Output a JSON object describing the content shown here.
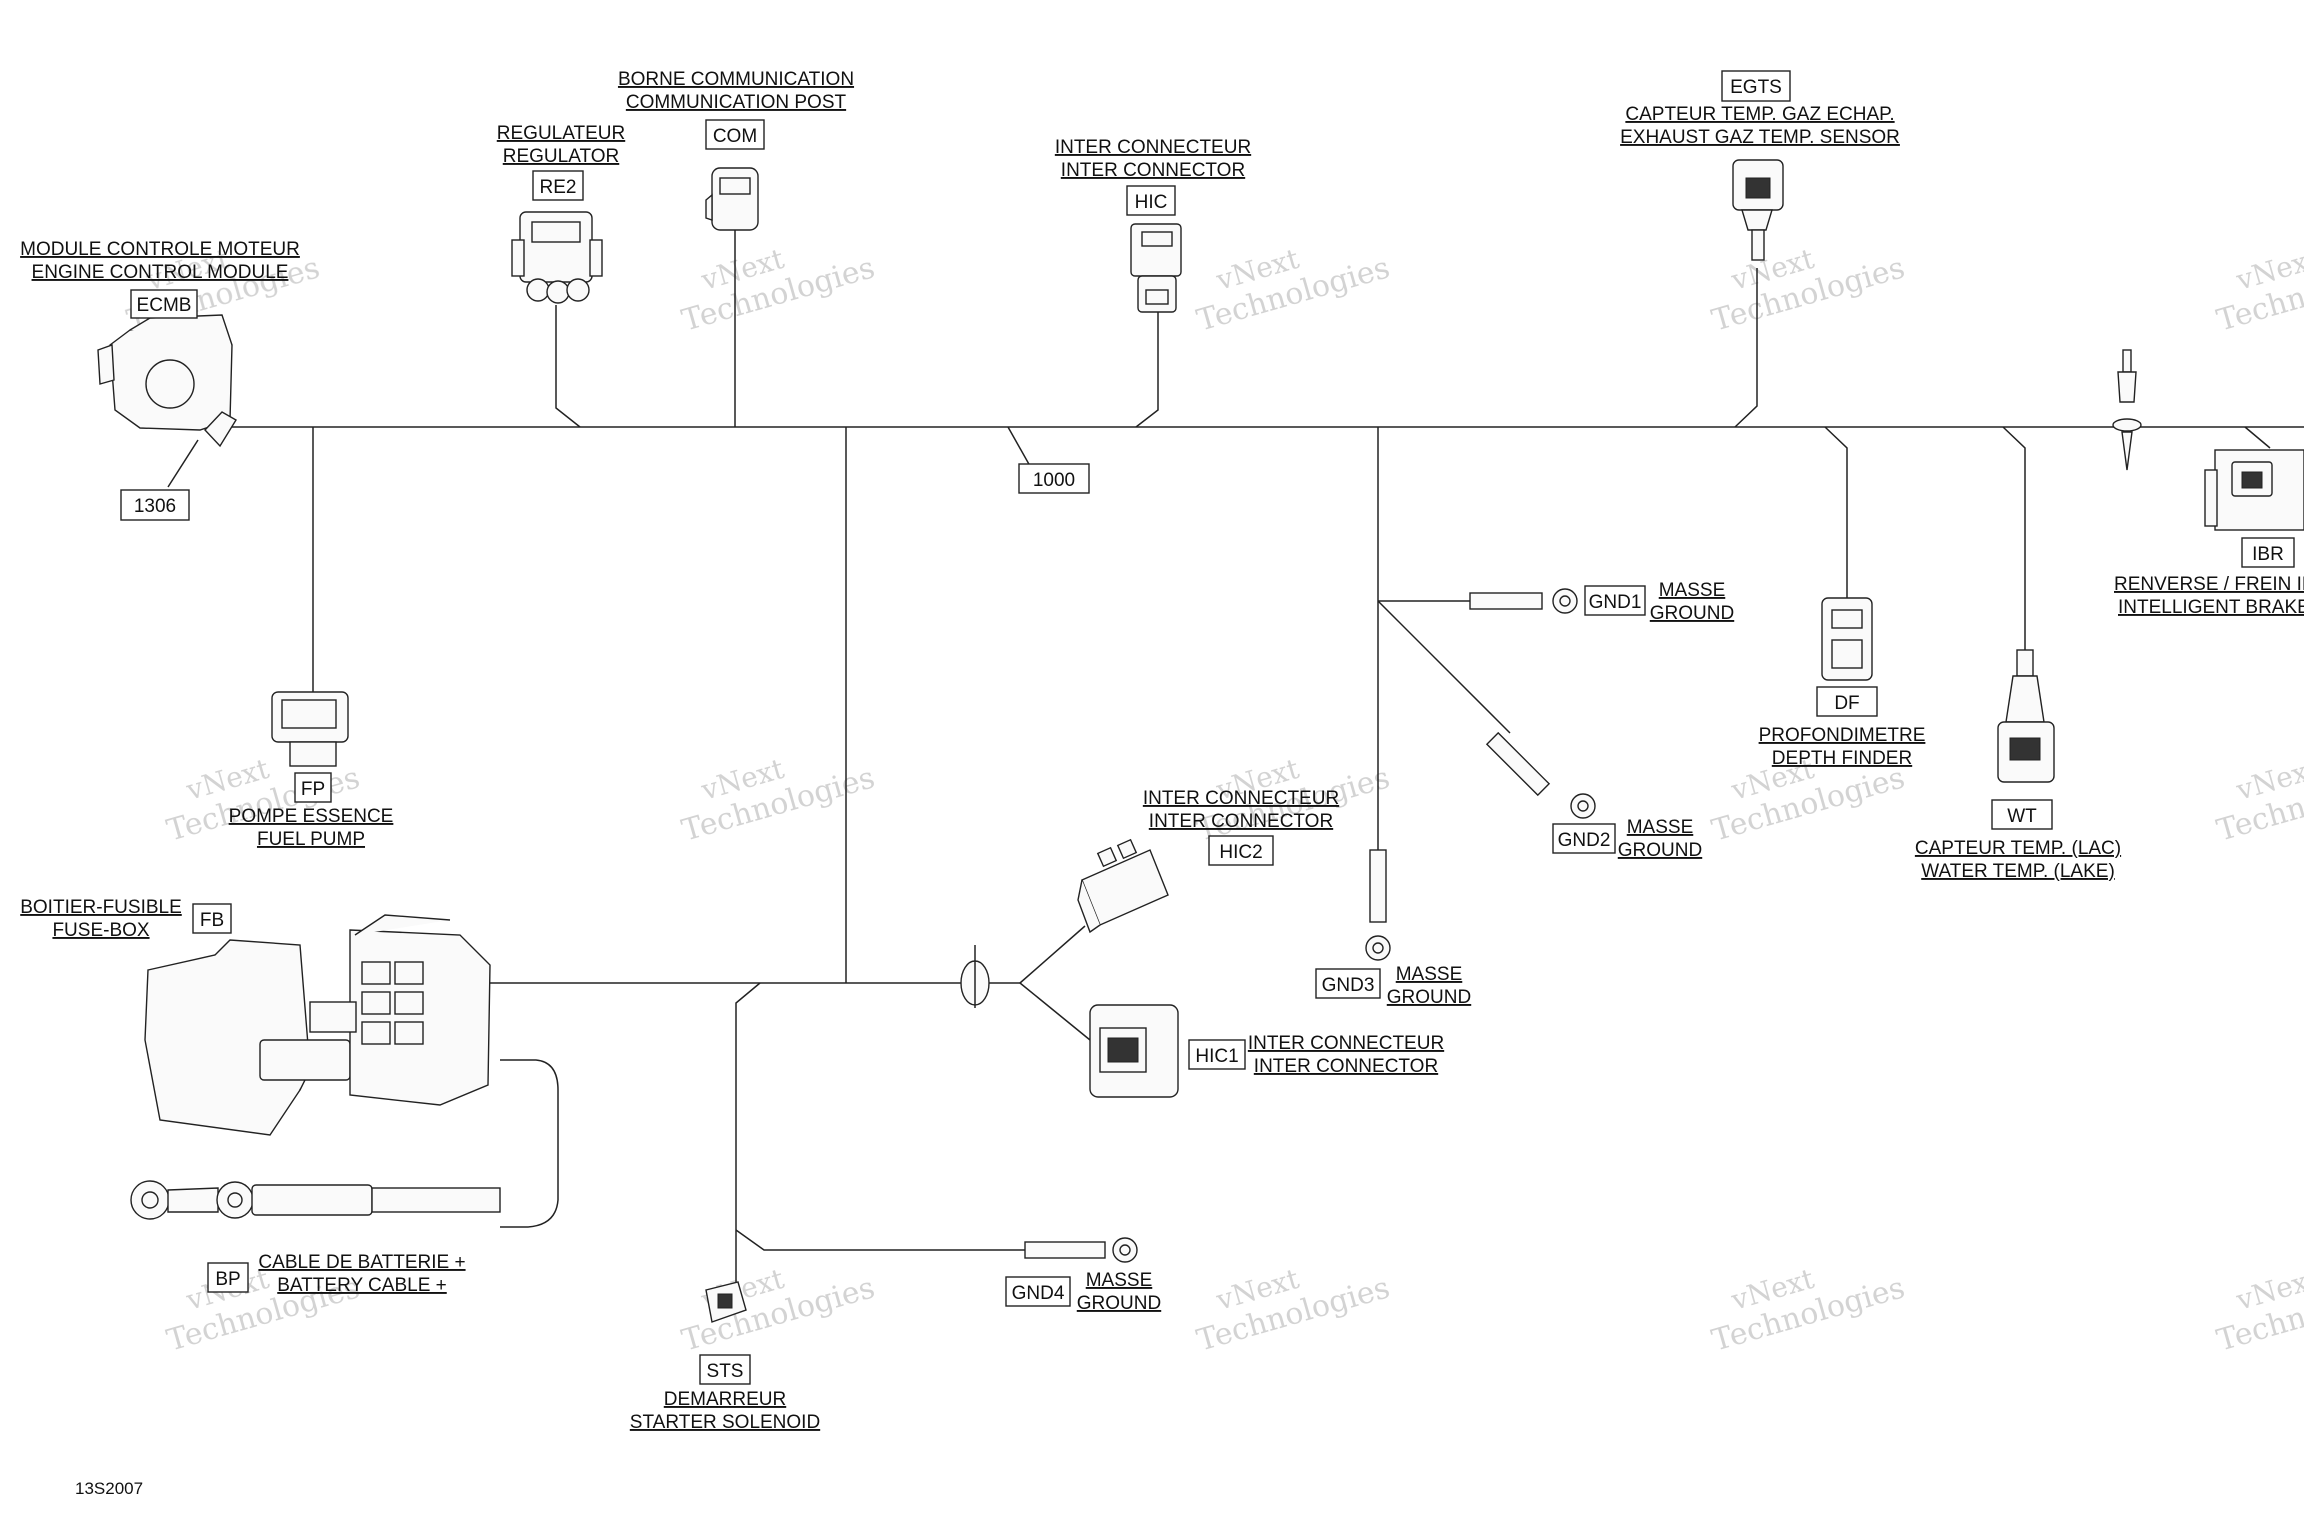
{
  "reference": "13S2007",
  "watermark": {
    "line1": "vNext",
    "line2": "Technologies",
    "small": "vNext Technologies"
  },
  "wire_number": "1000",
  "components": {
    "ecmb": {
      "code": "ECMB",
      "fr": "MODULE CONTROLE MOTEUR",
      "en": "ENGINE CONTROL MODULE"
    },
    "re2": {
      "code": "RE2",
      "fr": "REGULATEUR",
      "en": "REGULATOR"
    },
    "com": {
      "code": "COM",
      "fr": "BORNE COMMUNICATION",
      "en": "COMMUNICATION POST"
    },
    "hic": {
      "code": "HIC",
      "fr": "INTER CONNECTEUR",
      "en": "INTER CONNECTOR"
    },
    "egts": {
      "code": "EGTS",
      "fr": "CAPTEUR TEMP. GAZ ECHAP.",
      "en": "EXHAUST GAZ TEMP. SENSOR"
    },
    "ibr": {
      "code": "IBR",
      "fr": "RENVERSE / FREIN INTELLIGENT",
      "en": "INTELLIGENT BRAKE AND REVERSE"
    },
    "p1306": {
      "code": "1306"
    },
    "fp": {
      "code": "FP",
      "fr": "POMPE ESSENCE",
      "en": "FUEL PUMP"
    },
    "fb": {
      "code": "FB",
      "fr": "BOITIER-FUSIBLE",
      "en": "FUSE-BOX"
    },
    "bp": {
      "code": "BP",
      "fr": "CABLE DE BATTERIE +",
      "en": "BATTERY CABLE +"
    },
    "sts": {
      "code": "STS",
      "fr": "DEMARREUR",
      "en": "STARTER SOLENOID"
    },
    "gnd4": {
      "code": "GND4",
      "fr": "MASSE",
      "en": "GROUND"
    },
    "hic2": {
      "code": "HIC2",
      "fr": "INTER CONNECTEUR",
      "en": "INTER CONNECTOR"
    },
    "hic1": {
      "code": "HIC1",
      "fr": "INTER CONNECTEUR",
      "en": "INTER CONNECTOR"
    },
    "gnd3": {
      "code": "GND3",
      "fr": "MASSE",
      "en": "GROUND"
    },
    "gnd1": {
      "code": "GND1",
      "fr": "MASSE",
      "en": "GROUND"
    },
    "gnd2": {
      "code": "GND2",
      "fr": "MASSE",
      "en": "GROUND"
    },
    "df": {
      "code": "DF",
      "fr": "PROFONDIMETRE",
      "en": "DEPTH FINDER"
    },
    "wt": {
      "code": "WT",
      "fr": "CAPTEUR TEMP. (LAC)",
      "en": "WATER TEMP. (LAKE)"
    }
  }
}
